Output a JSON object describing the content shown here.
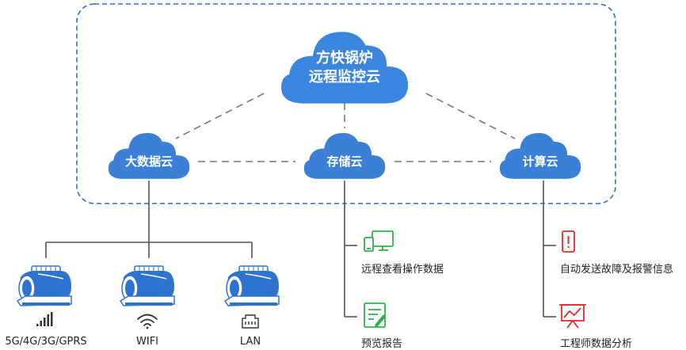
{
  "colors": {
    "cloud": "#3c7fd6",
    "cloud_main": "#3a86df",
    "frame": "#2f6ec8",
    "connector": "#777777",
    "tree": "#555555",
    "boiler": "#2e74cf",
    "icon_green": "#2fb14a",
    "icon_red": "#e02b2b"
  },
  "clouds": {
    "main": {
      "line1": "方快锅炉",
      "line2": "远程监控云"
    },
    "bigdata": "大数据云",
    "storage": "存储云",
    "compute": "计算云"
  },
  "boilers": [
    {
      "label": "5G/4G/3G/GPRS",
      "icon": "signal-bars-icon"
    },
    {
      "label": "WIFI",
      "icon": "wifi-icon"
    },
    {
      "label": "LAN",
      "icon": "lan-port-icon"
    }
  ],
  "storage_outputs": [
    {
      "label": "远程查看操作数据",
      "icon": "monitor-phone-icon"
    },
    {
      "label": "预览报告",
      "icon": "report-edit-icon"
    }
  ],
  "compute_outputs": [
    {
      "label": "自动发送故障及报警信息",
      "icon": "phone-alert-icon"
    },
    {
      "label": "工程师数据分析",
      "icon": "chart-board-icon"
    }
  ]
}
